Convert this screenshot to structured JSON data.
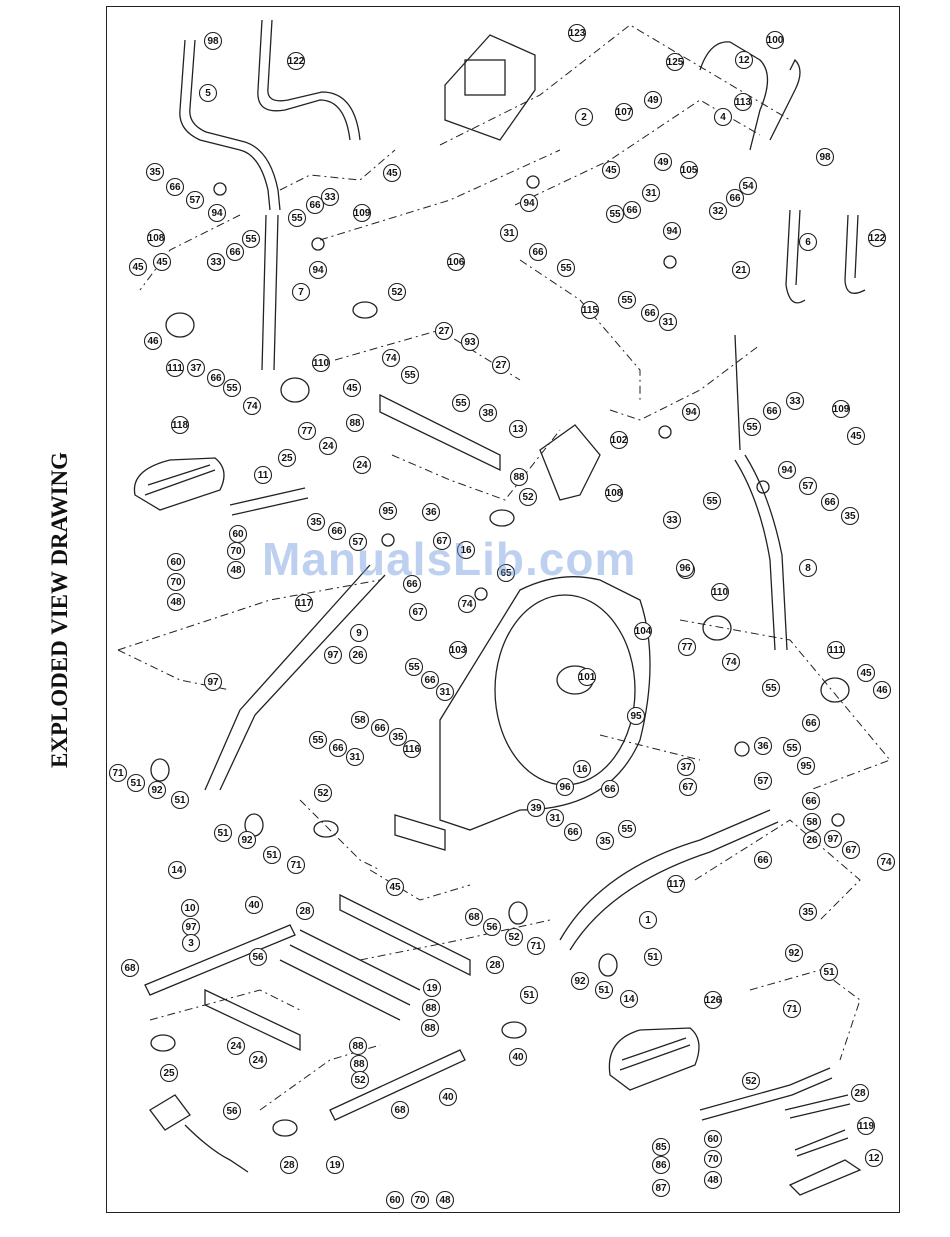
{
  "title": "EXPLODED VIEW DRAWING",
  "watermark": "ManualsLib.com",
  "colors": {
    "line": "#222222",
    "watermark": "#6e96dc"
  },
  "callouts": [
    "98",
    "5",
    "122",
    "35",
    "66",
    "57",
    "94",
    "33",
    "45",
    "109",
    "55",
    "66",
    "33",
    "108",
    "45",
    "55",
    "33",
    "66",
    "94",
    "45",
    "7",
    "46",
    "111",
    "37",
    "66",
    "55",
    "74",
    "110",
    "77",
    "45",
    "118",
    "11",
    "25",
    "24",
    "24",
    "60",
    "70",
    "60",
    "70",
    "48",
    "48",
    "52",
    "27",
    "93",
    "27",
    "74",
    "55",
    "88",
    "55",
    "38",
    "13",
    "35",
    "66",
    "95",
    "36",
    "57",
    "67",
    "16",
    "117",
    "66",
    "67",
    "74",
    "9",
    "97",
    "97",
    "26",
    "55",
    "66",
    "31",
    "58",
    "66",
    "35",
    "55",
    "66",
    "31",
    "116",
    "71",
    "51",
    "92",
    "51",
    "51",
    "92",
    "51",
    "71",
    "14",
    "52",
    "123",
    "2",
    "107",
    "49",
    "49",
    "45",
    "105",
    "31",
    "66",
    "55",
    "94",
    "31",
    "66",
    "55",
    "106",
    "115",
    "55",
    "66",
    "31",
    "21",
    "94",
    "102",
    "52",
    "88",
    "103",
    "65",
    "101",
    "104",
    "125",
    "12",
    "100",
    "113",
    "4",
    "54",
    "66",
    "32",
    "98",
    "6",
    "122",
    "109",
    "45",
    "94",
    "66",
    "33",
    "55",
    "94",
    "57",
    "66",
    "35",
    "108",
    "33",
    "55",
    "45",
    "110",
    "8",
    "77",
    "74",
    "111",
    "45",
    "46",
    "55",
    "66",
    "37",
    "36",
    "55",
    "95",
    "67",
    "16",
    "96",
    "66",
    "39",
    "31",
    "66",
    "55",
    "35",
    "66",
    "58",
    "26",
    "97",
    "67",
    "74",
    "57",
    "66",
    "35",
    "95",
    "96",
    "117",
    "1",
    "45",
    "10",
    "97",
    "3",
    "40",
    "68",
    "56",
    "28",
    "28",
    "19",
    "88",
    "88",
    "40",
    "68",
    "56",
    "52",
    "71",
    "51",
    "92",
    "51",
    "14",
    "51",
    "92",
    "51",
    "71",
    "24",
    "24",
    "25",
    "88",
    "88",
    "52",
    "40",
    "68",
    "56",
    "28",
    "19",
    "126",
    "52",
    "28",
    "119",
    "12",
    "85",
    "86",
    "87",
    "60",
    "70",
    "48",
    "60",
    "70",
    "48"
  ]
}
